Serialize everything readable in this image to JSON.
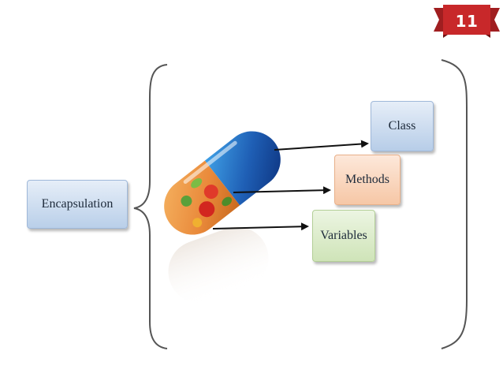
{
  "slide": {
    "page_number": "11"
  },
  "diagram": {
    "source_label": "Encapsulation",
    "targets": [
      {
        "label": "Class"
      },
      {
        "label": "Methods"
      },
      {
        "label": "Variables"
      }
    ]
  },
  "colors": {
    "badge_red": "#c8282a",
    "capsule_blue": "#1f5fb5",
    "capsule_orange": "#e9893a",
    "box_blue": "#b9cfe9",
    "box_orange": "#f6c7a6",
    "box_green": "#cfe4b8"
  },
  "icons": {
    "page_badge": "ribbon-banner-icon",
    "capsule": "capsule-pill-icon"
  }
}
